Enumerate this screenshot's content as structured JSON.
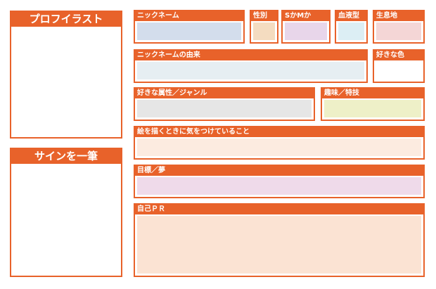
{
  "colors": {
    "accent": "#e8622a",
    "nickname": "#d3ddec",
    "gender": "#f4dcc0",
    "sm": "#e8d6ea",
    "blood": "#dceef4",
    "birthplace": "#f4d6d6",
    "origin": "#e6eef2",
    "favcolor": "#ffffff",
    "attributes": "#e6e6e6",
    "hobby": "#eef0c8",
    "drawing": "#fcebe0",
    "goal": "#efdaea",
    "pr": "#fbe3d3"
  },
  "left": {
    "profile_illust": "プロフイラスト",
    "signature": "サインを一筆"
  },
  "fields": {
    "nickname": "ニックネーム",
    "gender": "性別",
    "sm": "SかMか",
    "blood": "血液型",
    "birthplace": "生息地",
    "nickname_origin": "ニックネームの由来",
    "favorite_color": "好きな色",
    "attributes": "好きな属性／ジャンル",
    "hobby": "趣味／特技",
    "drawing_tips": "絵を描くときに気をつけていること",
    "goal": "目標／夢",
    "self_pr": "自己ＰＲ"
  }
}
